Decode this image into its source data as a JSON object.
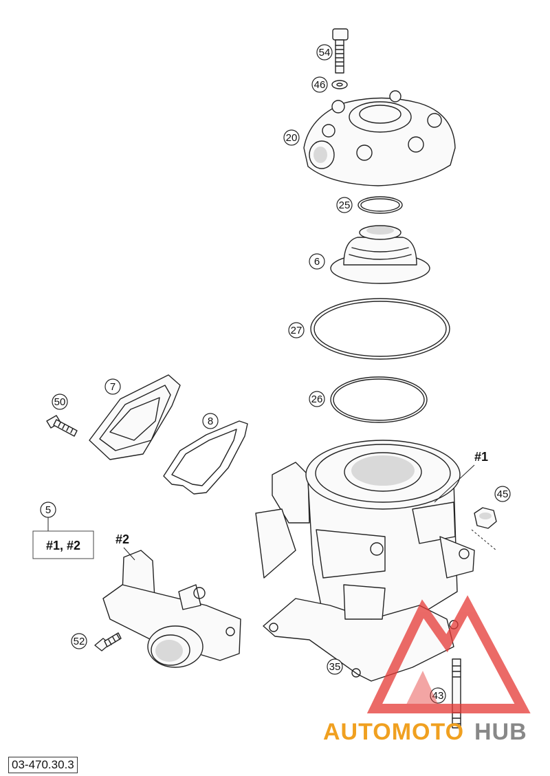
{
  "callouts": {
    "c54": "54",
    "c46": "46",
    "c20": "20",
    "c25": "25",
    "c6": "6",
    "c27": "27",
    "c26": "26",
    "c7": "7",
    "c50": "50",
    "c8": "8",
    "c5": "5",
    "c45": "45",
    "c52": "52",
    "c35": "35",
    "c43": "43"
  },
  "refs": {
    "ref1": "#1",
    "ref2": "#2",
    "kit_box": "#1, #2"
  },
  "drawing_code": "03-470.30.3",
  "watermark": {
    "part_a": "AUTOMOTO",
    "part_b": "HUB",
    "color_a": "#f0a020",
    "color_b": "#888888",
    "logo_color": "#e53935"
  }
}
